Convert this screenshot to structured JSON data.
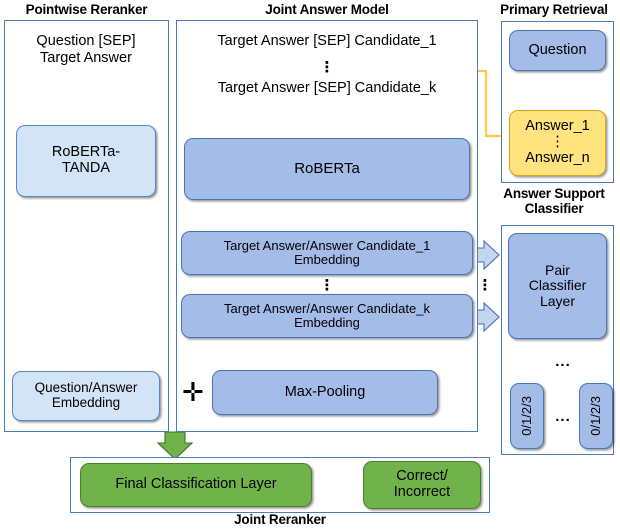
{
  "figure": {
    "title": "Joint Answer Reranking architecture",
    "colors": {
      "panel_border": "#4a7ebb",
      "node_blue": "#a3bce8",
      "node_light_blue": "#d2e4f6",
      "node_yellow": "#ffe37f",
      "node_green": "#70b34b",
      "feedback_arrow": "#ffc845"
    }
  },
  "panels": {
    "pointwise_reranker": {
      "title": "Pointwise Reranker",
      "input_text": "Question [SEP]\nTarget Answer",
      "model_box": "RoBERTa-\nTANDA",
      "output_box": "Question/Answer\nEmbedding"
    },
    "joint_answer_model": {
      "title": "Joint Answer Model",
      "input_first": "Target Answer [SEP] Candidate_1",
      "input_ellipsis": "⋮",
      "input_last": "Target Answer [SEP] Candidate_k",
      "encoder_box": "RoBERTa",
      "embedding_first": "Target Answer/Answer Candidate_1\nEmbedding",
      "embedding_ellipsis": "⋮",
      "embedding_last": "Target Answer/Answer Candidate_k\nEmbedding",
      "combine_symbol": "✛",
      "pooling_box": "Max-Pooling"
    },
    "primary_retrieval": {
      "title": "Primary Retrieval",
      "question_box": "Question",
      "answers_box": "Answer_1\n⋮\nAnswer_n"
    },
    "answer_support_classifier": {
      "title": "Answer Support\nClassifier",
      "classifier_box": "Pair\nClassifier\nLayer",
      "between_arrows_ellipsis": "⋮",
      "arrow_row_ellipsis": "...",
      "label_first": "0/1/2/3",
      "label_ellipsis": "...",
      "label_last": "0/1/2/3"
    },
    "joint_reranker": {
      "title": "Joint Reranker",
      "final_layer_box": "Final Classification Layer",
      "output_box": "Correct/\nIncorrect"
    }
  }
}
